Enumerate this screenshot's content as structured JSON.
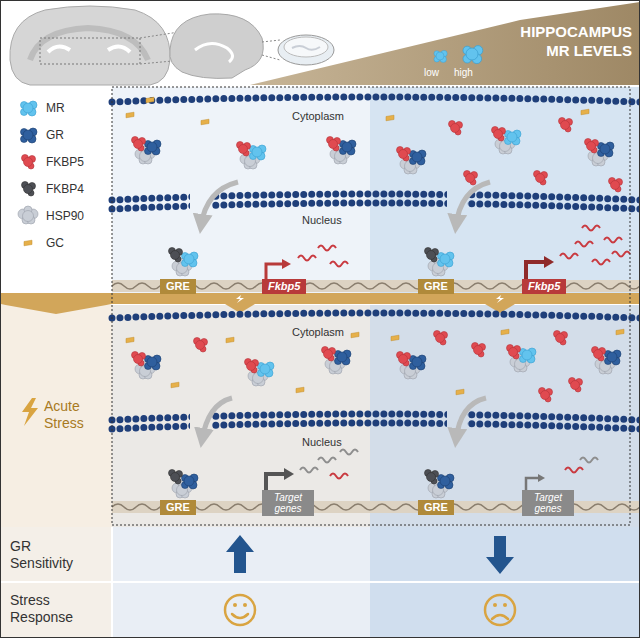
{
  "diagram": {
    "nodes": [
      {
        "text": [
          "GRE"
        ]
      },
      {
        "text": [
          "Fkbp5"
        ]
      },
      {
        "text": [
          "GRE"
        ]
      },
      {
        "text": [
          "Fkbp5"
        ]
      },
      {
        "text": [
          "GRE"
        ]
      },
      {
        "text": [
          "Target genes"
        ]
      },
      {
        "text": [
          "GRE"
        ]
      },
      {
        "text": [
          "Target genes"
        ]
      }
    ],
    "labels": [
      "HIPPOCAMPUS MR LEVELS",
      "low",
      "high",
      "Cytoplasm",
      "Nucleus",
      "Cytoplasm",
      "Nucleus",
      "Acute Stress",
      "GR Sensitivity",
      "Stress Response"
    ],
    "legend": [
      {
        "text": "MR"
      },
      {
        "text": "GR"
      },
      {
        "text": "FKBP5"
      },
      {
        "text": "FKBP4"
      },
      {
        "text": "HSP90"
      },
      {
        "text": "GC"
      }
    ]
  }
}
